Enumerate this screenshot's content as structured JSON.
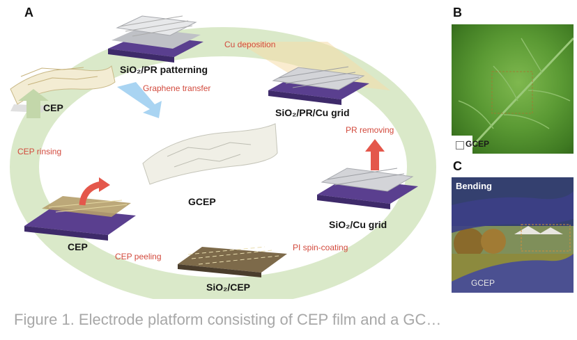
{
  "panels": {
    "a": "A",
    "b": "B",
    "c": "C"
  },
  "steps": {
    "sio2_pr_patterning": "SiO₂/PR patterning",
    "sio2_pr_cu_grid": "SiO₂/PR/Cu grid",
    "sio2_cu_grid": "SiO₂/Cu grid",
    "sio2_cep": "SiO₂/CEP",
    "cep_bottom": "CEP",
    "cep_top": "CEP",
    "gcep": "GCEP"
  },
  "processes": {
    "cu_deposition": "Cu deposition",
    "graphene_transfer": "Graphene transfer",
    "pr_removing": "PR removing",
    "pi_spin_coating": "PI spin-coating",
    "cep_peeling": "CEP peeling",
    "cep_rinsing": "CEP rinsing"
  },
  "photo_b": {
    "label": "GCEP"
  },
  "photo_c": {
    "title": "Bending",
    "label": "GCEP"
  },
  "caption": "Figure 1. Electrode platform consisting of CEP film and a GC…",
  "colors": {
    "cycle": "#cfe0b8",
    "process_text": "#d2493c",
    "substrate": "#5a3f8f",
    "arrow_red": "#e4574b",
    "arrow_blue": "#a9d4f2"
  }
}
